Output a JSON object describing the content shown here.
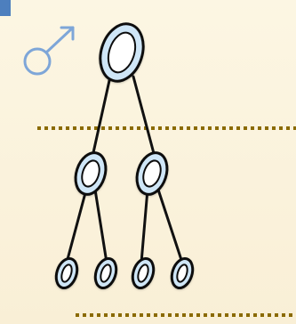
{
  "diagram": {
    "symbol": "male-symbol",
    "structure": {
      "root": "single-cell",
      "level_1": 2,
      "level_2": 4
    },
    "colors": {
      "background": "#fbf4dd",
      "accent": "#4d7fbe",
      "cell_fill": "#cfe6f7",
      "cell_outline": "#111111",
      "cell_inner": "#ffffff",
      "line": "#111111",
      "dashed_line": "#8a6a00",
      "symbol": "#7ea6d8"
    }
  }
}
